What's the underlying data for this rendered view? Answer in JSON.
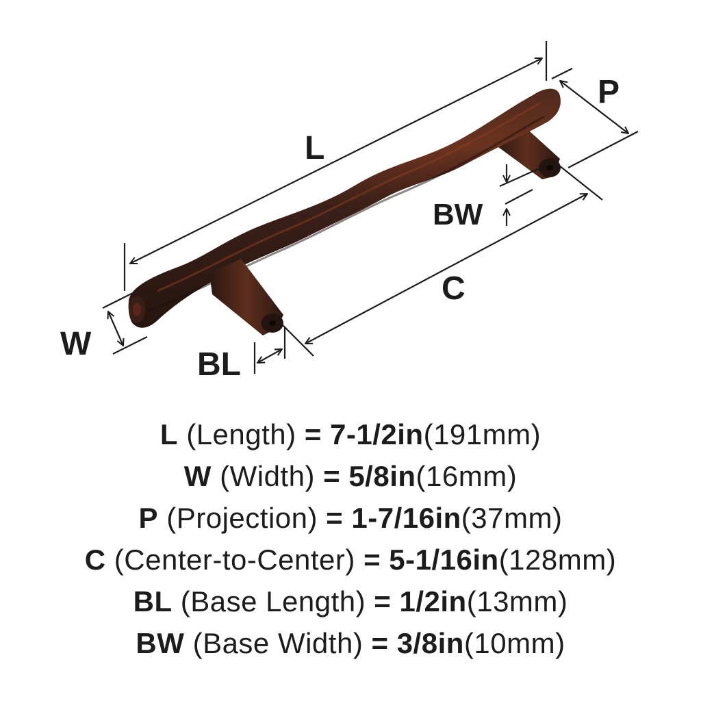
{
  "diagram": {
    "product": "Bar pull (oil-rubbed bronze finish)",
    "colors": {
      "finish_dark": "#2e1c16",
      "finish_mid": "#4a2a1f",
      "finish_highlight": "#8a3d22",
      "dimension_lines": "#1c1c1c",
      "background": "#ffffff"
    },
    "labels": {
      "L": "L",
      "W": "W",
      "P": "P",
      "C": "C",
      "BL": "BL",
      "BW": "BW"
    }
  },
  "specs": [
    {
      "code": "L",
      "name": "(Length)",
      "eq": "=",
      "imperial": "7-1/2in",
      "metric": "(191mm)"
    },
    {
      "code": "W",
      "name": "(Width)",
      "eq": "=",
      "imperial": "5/8in",
      "metric": "(16mm)"
    },
    {
      "code": "P",
      "name": "(Projection)",
      "eq": "=",
      "imperial": "1-7/16in",
      "metric": "(37mm)"
    },
    {
      "code": "C",
      "name": "(Center-to-Center)",
      "eq": "=",
      "imperial": "5-1/16in",
      "metric": "(128mm)"
    },
    {
      "code": "BL",
      "name": "(Base Length)",
      "eq": "=",
      "imperial": "1/2in",
      "metric": "(13mm)"
    },
    {
      "code": "BW",
      "name": "(Base Width)",
      "eq": "=",
      "imperial": "3/8in",
      "metric": "(10mm)"
    }
  ]
}
